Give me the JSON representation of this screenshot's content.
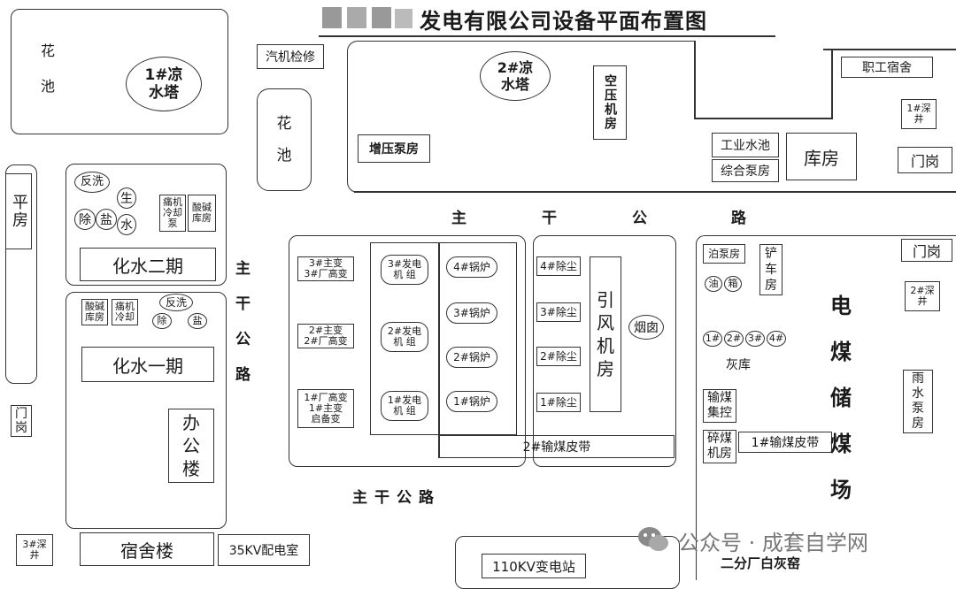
{
  "title": {
    "text": "发电有限公司设备平面布置图",
    "logo_text": ""
  },
  "labels": {
    "huachi_top": "花池",
    "cooling_tower_1": "1#凉水塔",
    "qiji_jianxiu": "汽机检修",
    "huachi_mid": "花池",
    "cooling_tower_2": "2#凉水塔",
    "kongya_jifang": "空压机房",
    "zhiya_bengfang": "增压泵房",
    "zhigong_sushe": "职工宿舍",
    "deep_well_1": "1#深井",
    "gongye_shuichi": "工业水池",
    "zonghe_bengfang": "综合泵房",
    "kufang": "库房",
    "mengang_1": "门岗",
    "pingfang": "平房",
    "fanxi_1": "反洗",
    "sheng": "生",
    "chu": "除",
    "yan": "盐",
    "shui": "水",
    "chuan_lengque_1": "痛机冷却泵",
    "suanjian_kufang_1": "酸碱库房",
    "huashui_2": "化水二期",
    "suanjian_kufang_2": "酸碱库房",
    "chuan_lengque_2": "痛机冷却",
    "fanxi_2": "反洗",
    "yanhua_a": "除",
    "yanhua_b": "盐",
    "huashui_1": "化水一期",
    "bangonglou": "办公楼",
    "road_v_left": "主干公路",
    "road_h_top": [
      "主",
      "干",
      "公",
      "路"
    ],
    "road_h_bottom": "主干公路",
    "mengang_2": "门岗",
    "deep_well_3": "3#深井",
    "sushelou": "宿舍楼",
    "pd_35kv": "35KV配电室",
    "zhubian_3": "3#主变\n3#厂高变",
    "zhubian_2": "2#主变\n2#厂高变",
    "zhubian_1": "1#厂高变\n1#主变\n启备变",
    "gen_3": "3#发电\n机 组",
    "gen_2": "2#发电\n机 组",
    "gen_1": "1#发电\n机 组",
    "boiler_4": "4#锅炉",
    "boiler_3": "3#锅炉",
    "boiler_2": "2#锅炉",
    "boiler_1": "1#锅炉",
    "dust_4": "4#除尘",
    "dust_3": "3#除尘",
    "dust_2": "2#除尘",
    "dust_1": "1#除尘",
    "yinfeng_jifang": "引风机房",
    "yancong": "烟囱",
    "belt_2": "2#输煤皮带",
    "nibeng_fang": "泊泵房",
    "chanche_fang": "铲车房",
    "oil_a": "油",
    "oil_b": "箱",
    "ash_1": "1#",
    "ash_2": "2#",
    "ash_3": "3#",
    "ash_4": "4#",
    "huiku": "灰库",
    "shumei_jikong": "输煤集控",
    "suimei_jifang": "碎煤机房",
    "belt_1": "1#输煤皮带",
    "coal_yard": "电煤储煤场",
    "mengang_3": "门岗",
    "deep_well_2": "2#深井",
    "yushui_bengfang": "雨水泵房",
    "substation_110kv": "110KV变电站",
    "baihuiyao": "二分厂白灰窑",
    "watermark": "公众号 · 成套自学网"
  }
}
